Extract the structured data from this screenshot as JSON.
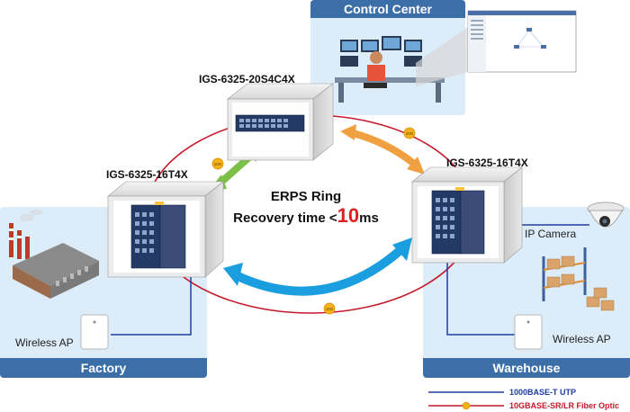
{
  "sites": {
    "control_center": "Control Center",
    "factory": "Factory",
    "warehouse": "Warehouse"
  },
  "switches": {
    "top": "IGS-6325-20S4C4X",
    "left": "IGS-6325-16T4X",
    "right": "IGS-6325-16T4X"
  },
  "ring": {
    "title": "ERPS Ring",
    "recovery_prefix": "Recovery time <",
    "recovery_value": "10",
    "recovery_unit": "ms",
    "link_badge": "10G"
  },
  "devices": {
    "factory_ap": "Wireless AP",
    "warehouse_ap": "Wireless AP",
    "ip_camera": "IP Camera"
  },
  "legend": {
    "utp": "1000BASE-T UTP",
    "fiber": "10GBASE-SR/LR Fiber Optic",
    "utp_color": "#1f3f9e",
    "fiber_color": "#c41a2a"
  },
  "colors": {
    "panel_bg": "#dcecf8",
    "panel_title": "#3c6fa8",
    "arrow_green": "#7cc04a",
    "arrow_orange": "#f0a040",
    "arrow_blue": "#1a9ee0"
  }
}
